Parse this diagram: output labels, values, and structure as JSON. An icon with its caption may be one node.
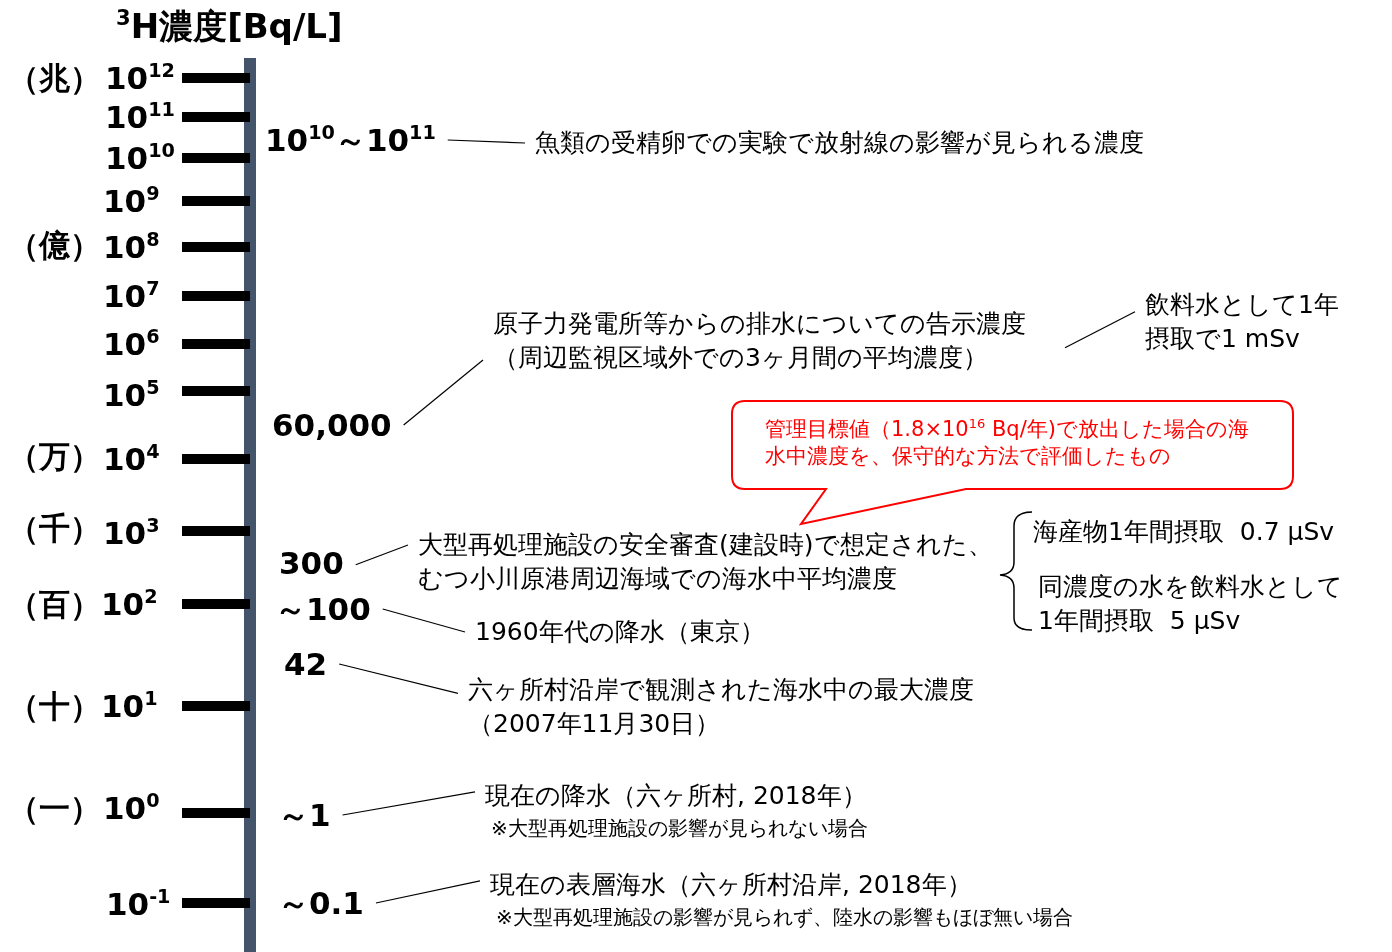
{
  "diagram": {
    "title": "$^{3}$H濃度[Bq/L]",
    "nodes": [
      {
        "text": [
          "10$^{10}$～10$^{11}$"
        ]
      },
      {
        "text": [
          "魚類の受精卵での実験で放射線の影響が見られる濃度"
        ]
      },
      {
        "text": [
          "60,000"
        ]
      },
      {
        "text": [
          "原子力発電所等からの排水についての告示濃度（周辺監視区域外での3ヶ月間の平均濃度）"
        ]
      },
      {
        "text": [
          "飲料水として1年摂取で1 mSv"
        ]
      },
      {
        "text": [
          "管理目標値（1.8×10$^{16}$ Bq/年)で放出した場合の海水中濃度を、保守的な方法で評価したもの"
        ]
      },
      {
        "text": [
          "300"
        ]
      },
      {
        "text": [
          "大型再処理施設の安全審査(建設時)で想定された、むつ小川原港周辺海域での海水中平均濃度"
        ]
      },
      {
        "text": [
          "海産物1年間摂取  0.7 μSv"
        ]
      },
      {
        "text": [
          "同濃度の水を飲料水として1年間摂取  5 μSv"
        ]
      },
      {
        "text": [
          "～100"
        ]
      },
      {
        "text": [
          "1960年代の降水（東京）"
        ]
      },
      {
        "text": [
          "42"
        ]
      },
      {
        "text": [
          "六ヶ所村沿岸で観測された海水中の最大濃度（2007年11月30日）"
        ]
      },
      {
        "text": [
          "～1"
        ]
      },
      {
        "text": [
          "現在の降水（六ヶ所村, 2018年）",
          "※大型再処理施設の影響が見られない場合"
        ]
      },
      {
        "text": [
          "～0.1"
        ]
      },
      {
        "text": [
          "現在の表層海水（六ヶ所村沿岸, 2018年）",
          "※大型再処理施設の影響が見られず、陸水の影響もほぼ無い場合"
        ]
      }
    ],
    "edges": [
      {
        "from": 0,
        "to": 1,
        "arrow": "none"
      },
      {
        "from": 2,
        "to": 3,
        "arrow": "none"
      },
      {
        "from": 3,
        "to": 4,
        "arrow": "none"
      },
      {
        "from": 6,
        "to": 7,
        "arrow": "none"
      },
      {
        "from": 10,
        "to": 11,
        "arrow": "none"
      },
      {
        "from": 12,
        "to": 13,
        "arrow": "none"
      },
      {
        "from": 14,
        "to": 15,
        "arrow": "none"
      },
      {
        "from": 16,
        "to": 17,
        "arrow": "none"
      }
    ],
    "labels": [
      "（兆）",
      "10$^{12}$",
      "10$^{11}$",
      "10$^{10}$",
      "10$^{9}$",
      "（億）",
      "10$^{8}$",
      "10$^{7}$",
      "10$^{6}$",
      "10$^{5}$",
      "（万）",
      "10$^{4}$",
      "（千）",
      "10$^{3}$",
      "（百）",
      "10$^{2}$",
      "（十）",
      "10$^{1}$",
      "（一）",
      "10$^{0}$",
      "10$^{-1}$"
    ]
  }
}
